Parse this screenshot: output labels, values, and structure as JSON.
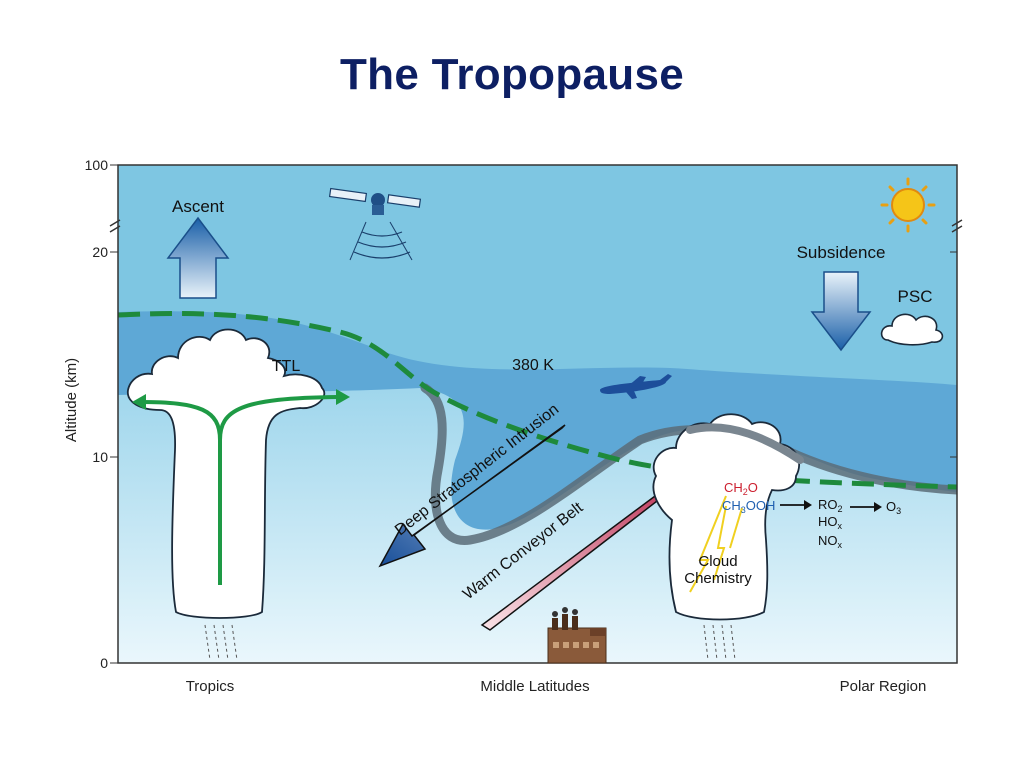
{
  "title": "The Tropopause",
  "axis": {
    "ylabel": "Altitude (km)",
    "ticks": [
      "100",
      "20",
      "10",
      "0"
    ]
  },
  "regions": [
    "Tropics",
    "Middle Latitudes",
    "Polar Region"
  ],
  "labels": {
    "ascent": "Ascent",
    "subsidence": "Subsidence",
    "psc": "PSC",
    "ttl": "TTL",
    "isentrope": "380 K",
    "intrusion": "Deep Stratospheric Intrusion",
    "conveyor": "Warm Conveyor Belt",
    "cloud_chem_1": "Cloud",
    "cloud_chem_2": "Chemistry"
  },
  "chemistry": {
    "ch2o": {
      "main": "CH",
      "sub": "2",
      "tail": "O"
    },
    "ch3ooh": {
      "main": "CH",
      "sub": "3",
      "tail": "OOH"
    },
    "ro2": {
      "main": "RO",
      "sub": "2"
    },
    "o3": {
      "main": "O",
      "sub": "3"
    },
    "hox": {
      "main": "HO",
      "sub": "x"
    },
    "nox": {
      "main": "NO",
      "sub": "x"
    }
  },
  "colors": {
    "title": "#0d1f63",
    "sky": "#7ec6e2",
    "tropo_band": "#5ea8d6",
    "troposphere": "#a8dcef",
    "tropopause_line": "#1e8a3c",
    "green_arrow": "#1e9a45",
    "conveyor": "#b0103a",
    "intrusion": "#1c5aa8",
    "ch2o": "#cc1f2f",
    "ch3ooh": "#1f5fb0",
    "sun": "#f5c518"
  }
}
